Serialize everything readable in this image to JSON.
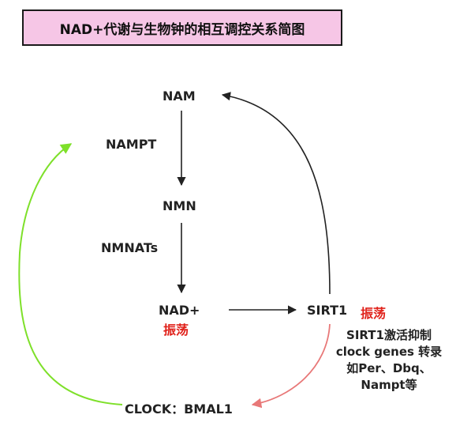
{
  "title": "NAD+代谢与生物钟的相互调控关系简图",
  "nodes": {
    "nam": "NAM",
    "nampt": "NAMPT",
    "nmn": "NMN",
    "nmnats": "NMNATs",
    "nad": "NAD+",
    "nad_oscillation": "振荡",
    "sirt1": "SIRT1",
    "sirt1_oscillation": "振荡",
    "clock_bmal1": "CLOCK：BMAL1"
  },
  "note": {
    "line1": "SIRT1激活抑制",
    "line2": "clock genes 转录",
    "line3": "如Per、Dbq、",
    "line4": "Nampt等"
  },
  "colors": {
    "title_bg": "#f6c6e6",
    "oscillation_text": "#e0211a",
    "arrow_main": "#222222",
    "arrow_green": "#7ee02a",
    "arrow_pink": "#e87878"
  }
}
